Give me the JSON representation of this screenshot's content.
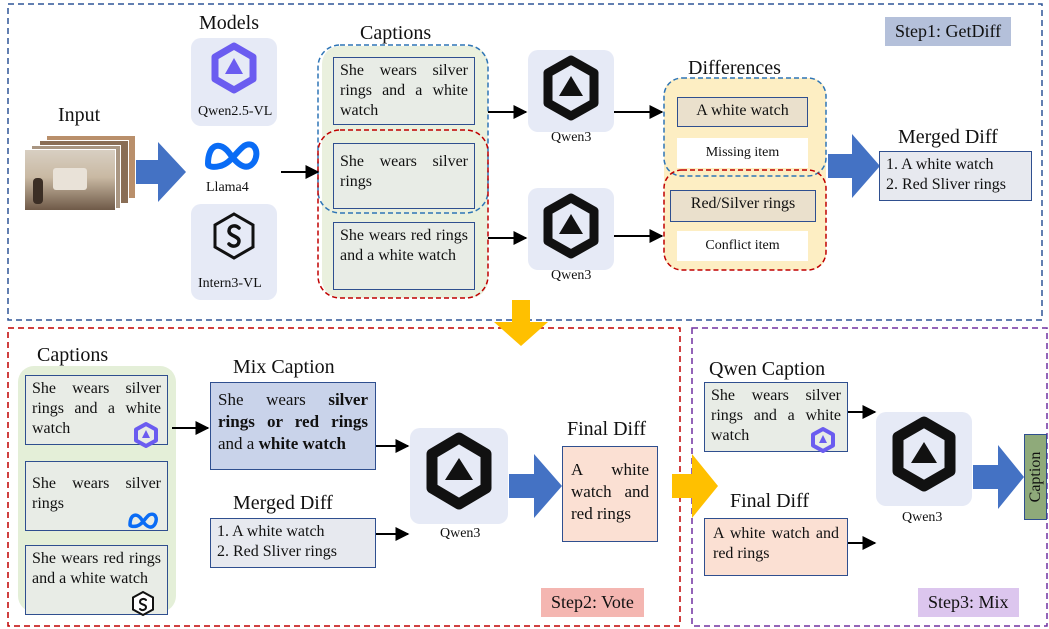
{
  "step1": {
    "tag": "Step1: GetDiff",
    "input_label": "Input",
    "models_title": "Models",
    "models": [
      {
        "name": "Qwen2.5-VL",
        "icon": "qwen-icon"
      },
      {
        "name": "Llama4",
        "icon": "meta-icon"
      },
      {
        "name": "Intern3-VL",
        "icon": "intern-icon"
      }
    ],
    "captions_title": "Captions",
    "captions": [
      "She wears silver rings and a white watch",
      "She wears silver rings",
      "She wears red rings and a white watch"
    ],
    "qwen3_label": "Qwen3",
    "differences_title": "Differences",
    "diff_items": [
      {
        "text": "A white watch",
        "kind": "Missing item"
      },
      {
        "text": "Red/Silver rings",
        "kind": "Conflict item"
      }
    ],
    "merged_title": "Merged Diff",
    "merged_items": [
      "1. A white watch",
      "2. Red Sliver rings"
    ]
  },
  "step2": {
    "tag": "Step2: Vote",
    "captions_title": "Captions",
    "captions": [
      "She wears silver rings and a white watch",
      "She wears silver rings",
      "She wears red rings and a white watch"
    ],
    "mix_title": "Mix Caption",
    "mix_parts": {
      "p1": "She wears ",
      "b1": "silver rings or red rings",
      "p2": " and a ",
      "b2": "white watch"
    },
    "merged_title": "Merged Diff",
    "merged_items": [
      "1. A white watch",
      "2. Red Sliver rings"
    ],
    "qwen3_label": "Qwen3",
    "final_title": "Final Diff",
    "final_text": "A white watch and red rings"
  },
  "step3": {
    "tag": "Step3: Mix",
    "qwen_caption_title": "Qwen Caption",
    "qwen_caption": "She wears silver rings and a white watch",
    "final_title": "Final Diff",
    "final_text": "A white watch and red rings",
    "qwen3_label": "Qwen3",
    "output_label": "Caption"
  },
  "colors": {
    "step1_border": "#2f5597",
    "step2_border": "#c00000",
    "step3_border": "#7030a0",
    "blue_arrow": "#4472c4",
    "gold_arrow": "#ffc000",
    "step1_tag_bg": "#b4c0da",
    "step2_tag_bg": "#f4b6b1",
    "step3_tag_bg": "#dcc6ee"
  }
}
